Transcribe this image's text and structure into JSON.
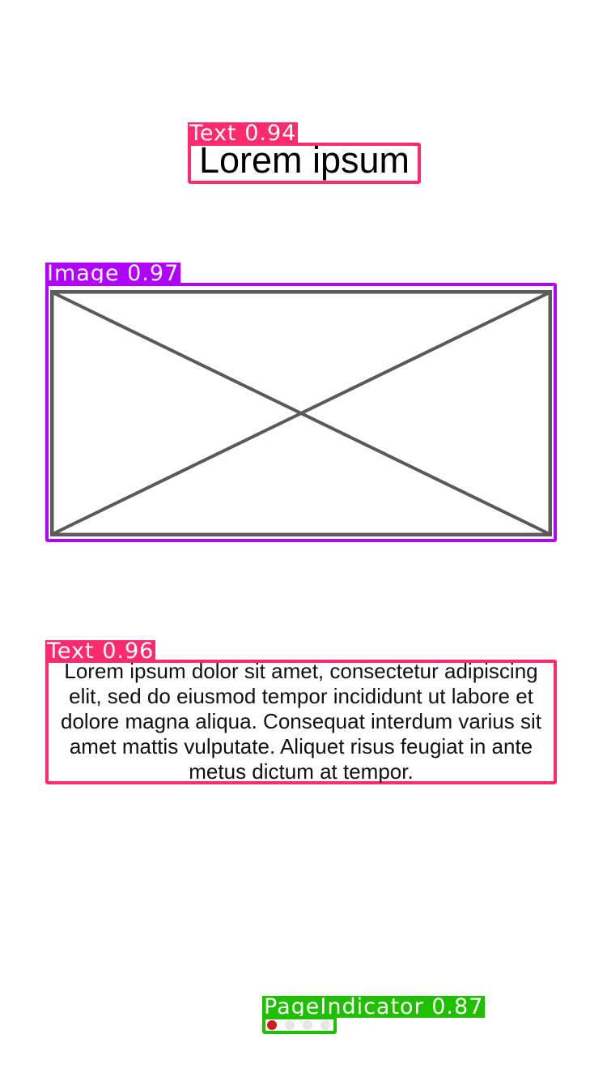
{
  "colors": {
    "text": "#ff2b6d",
    "image": "#b000ff",
    "page_indicator": "#1fbf00",
    "placeholder_stroke": "#5a5a5a",
    "active_dot": "#d01c1c",
    "inactive_dot": "#e6e6e6"
  },
  "detections": {
    "title": {
      "label": "Text 0.94"
    },
    "image": {
      "label": "Image 0.97"
    },
    "body": {
      "label": "Text 0.96"
    },
    "page_indicator": {
      "label": "PageIndicator 0.87"
    }
  },
  "content": {
    "title": "Lorem ipsum",
    "body": "Lorem ipsum dolor sit amet, consectetur adipiscing elit, sed do eiusmod tempor incididunt ut labore et dolore magna aliqua. Consequat interdum varius sit amet mattis vulputate. Aliquet risus feugiat in ante metus dictum at tempor."
  },
  "page_indicator": {
    "total": 4,
    "active_index": 0
  }
}
